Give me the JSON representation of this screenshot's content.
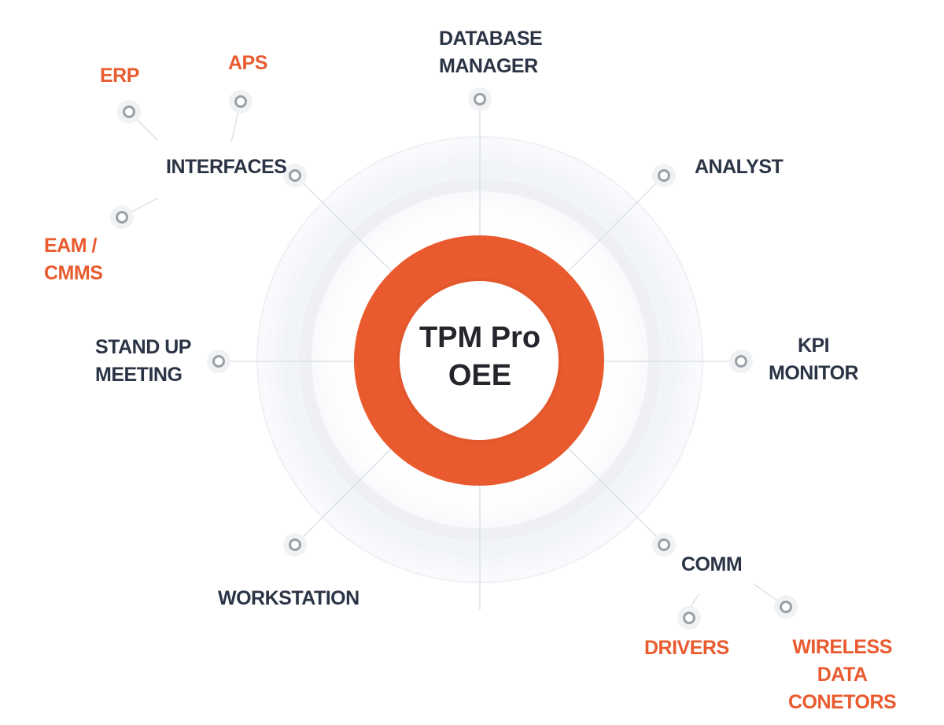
{
  "center": {
    "line1": "TPM Pro",
    "line2": "OEE"
  },
  "colors": {
    "accent": "#e95b2f",
    "primary_text": "#2b3445",
    "node": "#9aa0a8"
  },
  "nodes": {
    "database_manager": {
      "line1": "DATABASE",
      "line2": "MANAGER"
    },
    "analyst": {
      "label": "ANALYST"
    },
    "kpi_monitor": {
      "line1": "KPI",
      "line2": "MONITOR"
    },
    "comm": {
      "label": "COMM"
    },
    "workstation": {
      "label": "WORKSTATION"
    },
    "stand_up_meeting": {
      "line1": "STAND UP",
      "line2": "MEETING"
    },
    "interfaces": {
      "label": "INTERFACES"
    }
  },
  "sub_nodes": {
    "erp": {
      "label": "ERP"
    },
    "aps": {
      "label": "APS"
    },
    "eam_cmms": {
      "line1": "EAM /",
      "line2": "CMMS"
    },
    "drivers": {
      "label": "DRIVERS"
    },
    "wireless_data_connectors": {
      "line1": "WIRELESS",
      "line2": "DATA",
      "line3": "CONETORS"
    }
  }
}
